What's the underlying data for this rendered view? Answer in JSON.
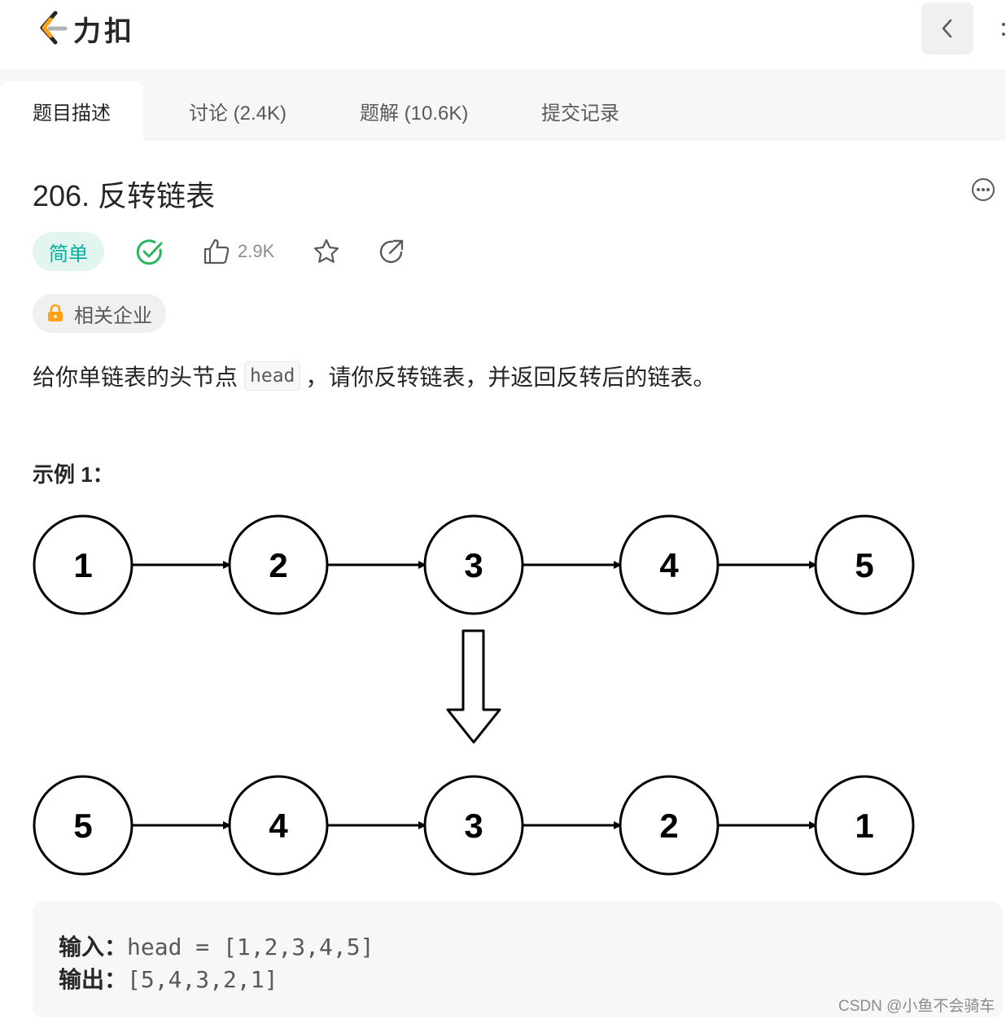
{
  "brand": {
    "name": "力扣"
  },
  "tabs": [
    {
      "label": "题目描述",
      "active": true
    },
    {
      "label": "讨论 (2.4K)",
      "active": false
    },
    {
      "label": "题解 (10.6K)",
      "active": false
    },
    {
      "label": "提交记录",
      "active": false
    }
  ],
  "problem": {
    "title": "206. 反转链表",
    "difficulty": "简单",
    "likes": "2.9K",
    "company_tag": "相关企业",
    "description": {
      "before": "给你单链表的头节点",
      "code": "head",
      "comma": "，",
      "after": "请你反转链表，并返回反转后的链表。"
    }
  },
  "example": {
    "title": "示例 1：",
    "diagram": {
      "original_list": [
        "1",
        "2",
        "3",
        "4",
        "5"
      ],
      "reversed_list": [
        "5",
        "4",
        "3",
        "2",
        "1"
      ]
    },
    "input_label": "输入：",
    "input_value": "head = [1,2,3,4,5]",
    "output_label": "输出：",
    "output_value": "[5,4,3,2,1]"
  },
  "watermark": "CSDN @小鱼不会骑车",
  "colors": {
    "easy_text": "#00af9b",
    "easy_bg": "#e3f5ef",
    "solved_check": "#2db55d",
    "lock": "#ffa116"
  },
  "icons": [
    "leetcode-logo-icon",
    "chevron-left-icon",
    "more-icon",
    "solved-check-icon",
    "thumbs-up-icon",
    "star-icon",
    "share-icon",
    "lock-icon"
  ]
}
